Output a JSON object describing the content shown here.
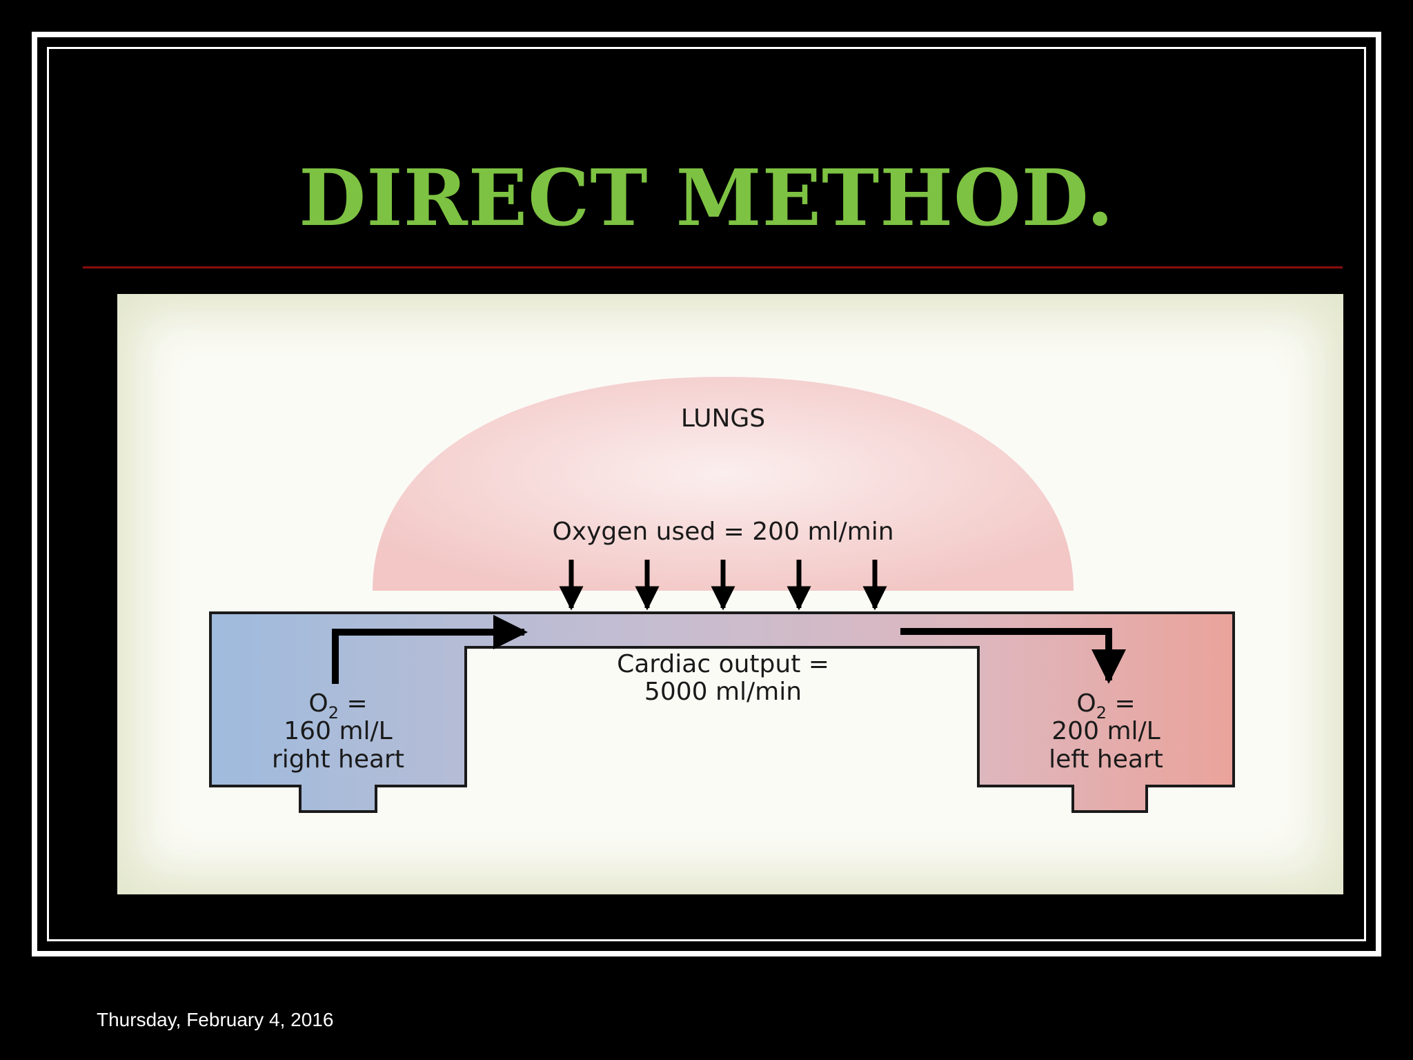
{
  "slide": {
    "title": "DIRECT METHOD.",
    "date": "Thursday, February 4, 2016",
    "title_color": "#7dc242",
    "rule_color": "#8b0d0d"
  },
  "diagram": {
    "lungs_label": "LUNGS",
    "oxygen_used": "Oxygen used = 200 ml/min",
    "cardiac_output_line1": "Cardiac output =",
    "cardiac_output_line2": "5000 ml/min",
    "right_heart": {
      "o2_symbol": "O",
      "o2_subscript": "2",
      "o2_equals": " =",
      "value": "160 ml/L",
      "label": "right heart",
      "color": "#9fb8d8"
    },
    "left_heart": {
      "o2_symbol": "O",
      "o2_subscript": "2",
      "o2_equals": " =",
      "value": "200 ml/L",
      "label": "left heart",
      "color": "#e8a49c"
    },
    "lungs_color": "#f3c9c7",
    "down_arrow_icons": [
      "down-arrow-icon",
      "down-arrow-icon",
      "down-arrow-icon",
      "down-arrow-icon",
      "down-arrow-icon"
    ]
  }
}
